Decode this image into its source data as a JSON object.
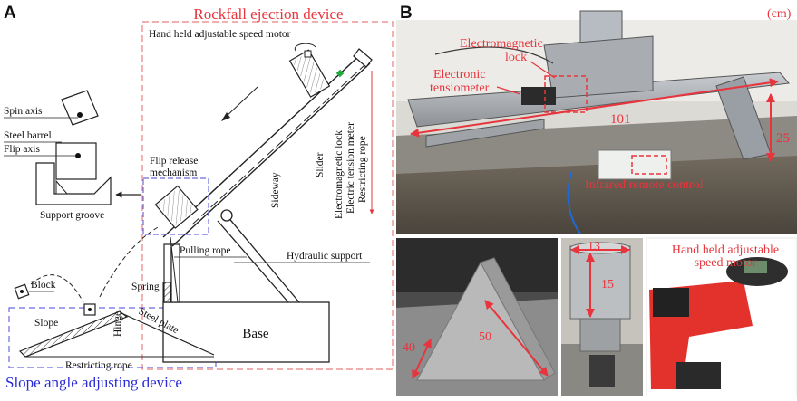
{
  "panel_a": {
    "letter": "A",
    "title": "Rockfall ejection device",
    "bottom_title": "Slope angle adjusting device",
    "labels": {
      "motor": "Hand held adjustable speed motor",
      "spin_axis": "Spin axis",
      "steel_barrel": "Steel barrel",
      "flip_axis": "Flip axis",
      "support_groove": "Support groove",
      "flip_release_1": "Flip release",
      "flip_release_2": "mechanism",
      "slider": "Slider",
      "em_lock": "Electromagnetic lock",
      "tension_meter": "Electric tension meter",
      "restricting_rope_v": "Restricting rope",
      "sideway": "Sideway",
      "pulling_rope": "Pulling rope",
      "hydraulic": "Hydraulic support",
      "spring": "Spring",
      "block": "Block",
      "slope": "Slope",
      "hinge": "Hinge",
      "steel_plate": "Steel plate",
      "base": "Base",
      "restricting_rope_h": "Restricting rope"
    }
  },
  "panel_b": {
    "letter": "B",
    "unit": "(cm)",
    "labels": {
      "em_lock_1": "Electromagnetic",
      "em_lock_2": "lock",
      "tensio_1": "Electronic",
      "tensio_2": "tensiometer",
      "remote": "Infrared remote control",
      "motor_1": "Hand held adjustable",
      "motor_2": "speed motor"
    },
    "dimensions": {
      "length": "101",
      "height": "25",
      "slope_width": "40",
      "slope_length": "50",
      "barrel_diameter": "13",
      "barrel_height": "15"
    }
  },
  "colors": {
    "red": "#e8343c",
    "blue": "#2a2ad8",
    "dash_red": "#e88080",
    "dash_blue": "#6a6ae0"
  }
}
